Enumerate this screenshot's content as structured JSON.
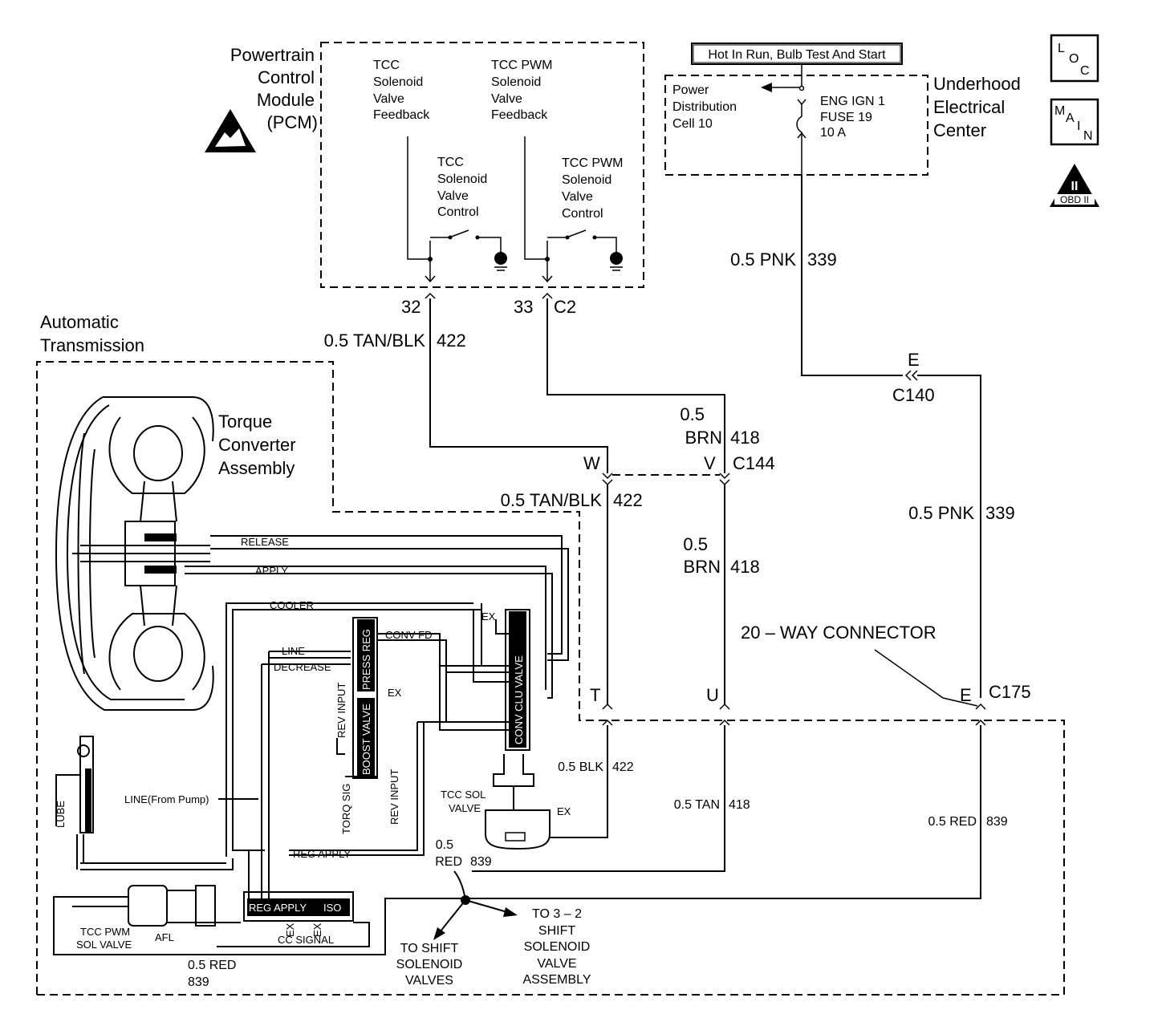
{
  "pcm": {
    "title_lines": [
      "Powertrain",
      "Control",
      "Module",
      "(PCM)"
    ],
    "feedback1": [
      "TCC",
      "Solenoid",
      "Valve",
      "Feedback"
    ],
    "feedback2": [
      "TCC PWM",
      "Solenoid",
      "Valve",
      "Feedback"
    ],
    "control1": [
      "TCC",
      "Solenoid",
      "Valve",
      "Control"
    ],
    "control2": [
      "TCC PWM",
      "Solenoid",
      "Valve",
      "Control"
    ],
    "pin1": "32",
    "pin2": "33",
    "connector": "C2"
  },
  "underhood": {
    "banner": "Hot In Run, Bulb Test And Start",
    "title_lines": [
      "Underhood",
      "Electrical",
      "Center"
    ],
    "cell_lines": [
      "Power",
      "Distribution",
      "Cell 10"
    ],
    "fuse_lines": [
      "ENG IGN 1",
      "FUSE 19",
      "10 A"
    ]
  },
  "icons": {
    "loc": [
      "L",
      "O",
      "C"
    ],
    "main": [
      "M",
      "A",
      "I",
      "N"
    ],
    "obd": [
      "II",
      "OBD II"
    ]
  },
  "wires": {
    "w339_top": [
      "0.5 PNK",
      "339"
    ],
    "w422_top": [
      "0.5 TAN/BLK",
      "422"
    ],
    "w418_top": [
      "0.5",
      "BRN",
      "418"
    ],
    "w422_mid": [
      "0.5 TAN/BLK",
      "422"
    ],
    "w418_mid": [
      "0.5",
      "BRN",
      "418"
    ],
    "w339_mid": [
      "0.5 PNK",
      "339"
    ],
    "w422_low": [
      "0.5 BLK",
      "422"
    ],
    "w418_low": [
      "0.5 TAN",
      "418"
    ],
    "w839_right": [
      "0.5 RED",
      "839"
    ],
    "w839_center": [
      "0.5",
      "RED",
      "839"
    ],
    "w839_bottom": [
      "0.5 RED",
      "839"
    ]
  },
  "connectors": {
    "c140_pin": "E",
    "c140": "C140",
    "c144_w": "W",
    "c144_v": "V",
    "c144": "C144",
    "c175_t": "T",
    "c175_u": "U",
    "c175_e": "E",
    "c175": "C175",
    "twenty_way": "20 – WAY CONNECTOR"
  },
  "transmission": {
    "title_lines": [
      "Automatic",
      "Transmission"
    ],
    "torque_lines": [
      "Torque",
      "Converter",
      "Assembly"
    ],
    "hyd": {
      "release": "RELEASE",
      "apply": "APPLY",
      "cooler": "COOLER",
      "line": "LINE",
      "decrease": "DECREASE",
      "conv_fd": "CONV FD",
      "ex": "EX",
      "press_reg": "PRESS REG",
      "boost_valve": "BOOST VALVE",
      "conv_clu_valve": "CONV CLU VALVE",
      "rev_input": "REV INPUT",
      "torq_sig": "TORQ SIG",
      "line_from_pump": "LINE(From Pump)",
      "lube": "LUBE",
      "tcc_sol_valve": [
        "TCC SOL",
        "VALVE"
      ],
      "reg_apply": "REG APPLY",
      "iso": "ISO",
      "cc_signal": "CC SIGNAL",
      "afl": "AFL",
      "tcc_pwm_sol_valve": [
        "TCC PWM",
        "SOL VALVE"
      ]
    },
    "to_shift": [
      "TO SHIFT",
      "SOLENOID",
      "VALVES"
    ],
    "to_32": [
      "TO 3 – 2",
      "SHIFT",
      "SOLENOID",
      "VALVE",
      "ASSEMBLY"
    ]
  }
}
